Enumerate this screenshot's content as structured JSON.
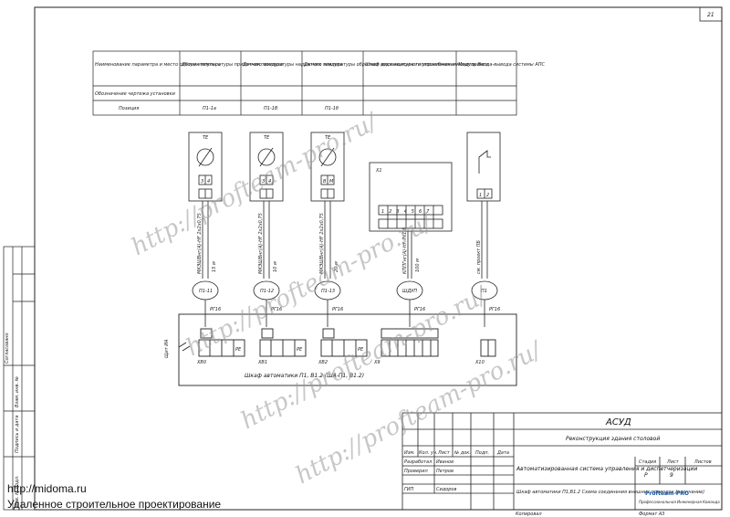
{
  "sheet": {
    "number": "21"
  },
  "table": {
    "headers": [
      "Наименование параметра и место отбора импульса",
      "Датчик температуры приточного воздуха",
      "Датчик температуры наружного воздуха",
      "Датчик температуры обратной воды контура теплоснабжения",
      "Шкаф дистанционного управления и мониторинга",
      "Модуль Ввода-вывода системы АПС"
    ],
    "row2_label": "Обозначение чертежа установки",
    "row3_label": "Позиция",
    "positions": [
      "П1-1а",
      "П1-1В",
      "П1-1б"
    ]
  },
  "devices": [
    {
      "label": "ТЕ",
      "pins": [
        "3",
        "4"
      ],
      "cable": "МКЭШВнг(А)-HF 2х2х0,75",
      "length": "15 м",
      "ref": "П1-11"
    },
    {
      "label": "ТЕ",
      "pins": [
        "3",
        "4"
      ],
      "cable": "МКЭШВнг(А)-HF 2х2х0,75",
      "length": "10 м",
      "ref": "П1-12"
    },
    {
      "label": "ТЕ",
      "pins": [
        "В",
        "М"
      ],
      "cable": "МКЭШВнг(А)-HF 2х2х0,75",
      "length": "20 м",
      "ref": "П1-13"
    },
    {
      "label": "Х1",
      "pins": [
        "1",
        "2",
        "3",
        "4",
        "5",
        "6",
        "7"
      ],
      "cable": "КППГнг(А)-HF 7х1,5",
      "length": "100 м",
      "ref": "ШДУП"
    },
    {
      "label": "",
      "pins": [
        "1",
        "2"
      ],
      "cable": "см. проект ПБ",
      "length": "",
      "ref": "П1"
    }
  ],
  "glands": [
    "РГ16",
    "РГ16",
    "РГ16",
    "РГ16",
    "РГ16"
  ],
  "cabinet": {
    "title": "Шкаф автоматики П1, В1.2 (ША-П1, В1.2)",
    "side_label": "Щит ИА",
    "terminals": [
      "ХВ0",
      "ХВ1",
      "ХВ2",
      "Х9",
      "Х10"
    ],
    "pe": "PE"
  },
  "titleblock": {
    "code": "АСУД",
    "object": "Реконструкция здания столовой",
    "system": "Автоматизированная система управления и диспетчеризации",
    "sheet_title": "Шкаф автоматики П1,В1.2 Схема соединения внешних проводок (окончание)",
    "cols": [
      "Изм.",
      "Кол. уч.",
      "Лист",
      "№ док.",
      "Подп.",
      "Дата"
    ],
    "stage_head": "Стадия",
    "sheet_head": "Лист",
    "sheets_head": "Листов",
    "stage": "Р",
    "sheet": "9",
    "sheets": "",
    "roles": [
      {
        "role": "Разработал",
        "name": "Иванов"
      },
      {
        "role": "Проверил",
        "name": "Петров"
      },
      {
        "role": "",
        "name": ""
      },
      {
        "role": "ГИП",
        "name": "Сидоров"
      }
    ],
    "logo": "Profteam-PRO",
    "logo_sub": "Профессиональная Инженерная Команда",
    "copied": "Копировал",
    "format": "Формат A3"
  },
  "sidebar": [
    "Согласовано",
    "Взам. инв. №",
    "Подпись и дата",
    "Инв. № подл."
  ],
  "watermark": "http://profteam-pro.ru/",
  "overlay": {
    "url": "http://midoma.ru",
    "caption": "Удаленное строительное проектирование"
  }
}
